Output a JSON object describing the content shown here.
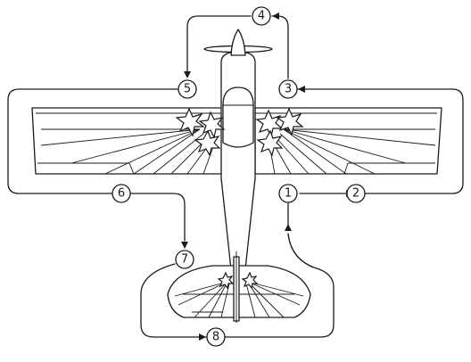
{
  "diagram": {
    "markers": [
      {
        "id": "m1",
        "label": "1"
      },
      {
        "id": "m2",
        "label": "2"
      },
      {
        "id": "m3",
        "label": "3"
      },
      {
        "id": "m4",
        "label": "4"
      },
      {
        "id": "m5",
        "label": "5"
      },
      {
        "id": "m6",
        "label": "6"
      },
      {
        "id": "m7",
        "label": "7"
      },
      {
        "id": "m8",
        "label": "8"
      }
    ]
  }
}
